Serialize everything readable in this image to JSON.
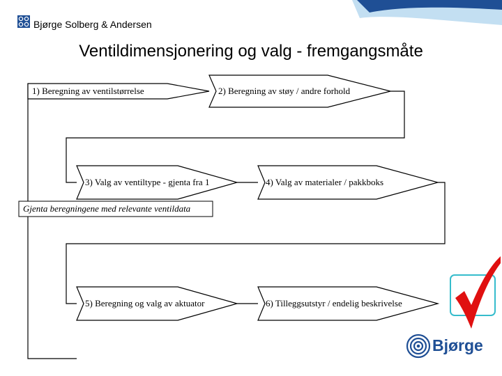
{
  "header": {
    "company_name": "Bjørge Solberg & Andersen"
  },
  "slide": {
    "title": "Ventildimensjonering og valg - fremgangsmåte"
  },
  "steps": [
    {
      "label": "1) Beregning av ventilstørrelse"
    },
    {
      "label": "2) Beregning av støy / andre forhold"
    },
    {
      "label": "3) Valg av ventiltype - gjenta fra 1"
    },
    {
      "label": "4) Valg av materialer / pakkboks"
    },
    {
      "label": "5) Beregning og valg av aktuator"
    },
    {
      "label": "6) Tilleggsutstyr / endelig beskrivelse"
    }
  ],
  "note": {
    "text": "Gjenta beregningene med relevante ventildata"
  },
  "brand": {
    "wordmark": "Bjørge",
    "logo_icon": "concentric-circles-icon",
    "check_icon": "checkmark-icon",
    "colors": {
      "brand_blue": "#1f4f95",
      "light_blue": "#c3dff2",
      "check_red": "#e01010",
      "box_cyan": "#35bccc"
    }
  }
}
